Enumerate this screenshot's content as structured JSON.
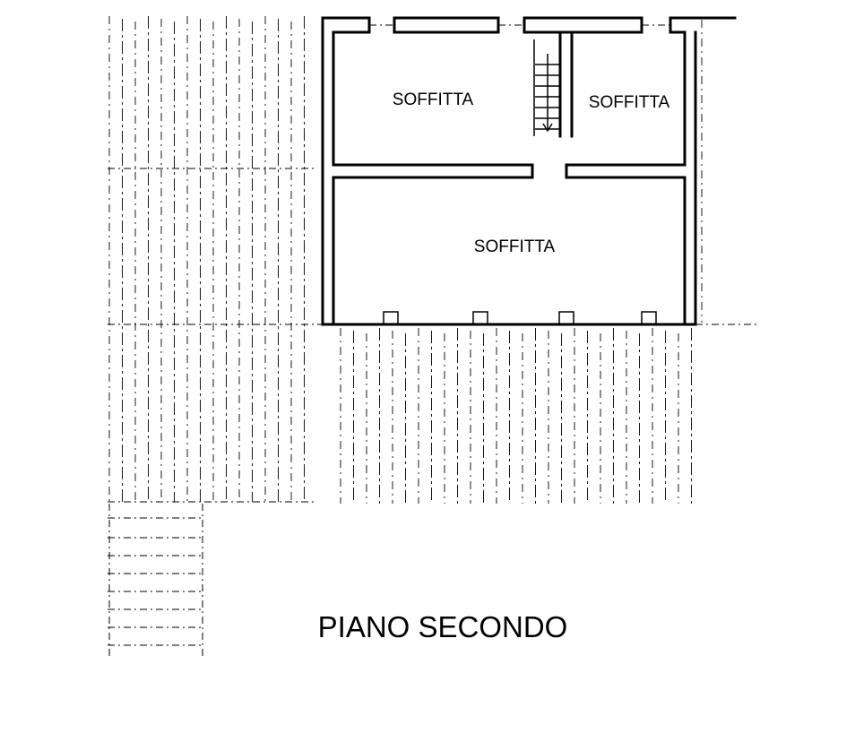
{
  "drawing": {
    "rooms": [
      {
        "label": "SOFFITTA"
      },
      {
        "label": "SOFFITTA"
      },
      {
        "label": "SOFFITTA"
      }
    ],
    "title": "PIANO SECONDO"
  }
}
